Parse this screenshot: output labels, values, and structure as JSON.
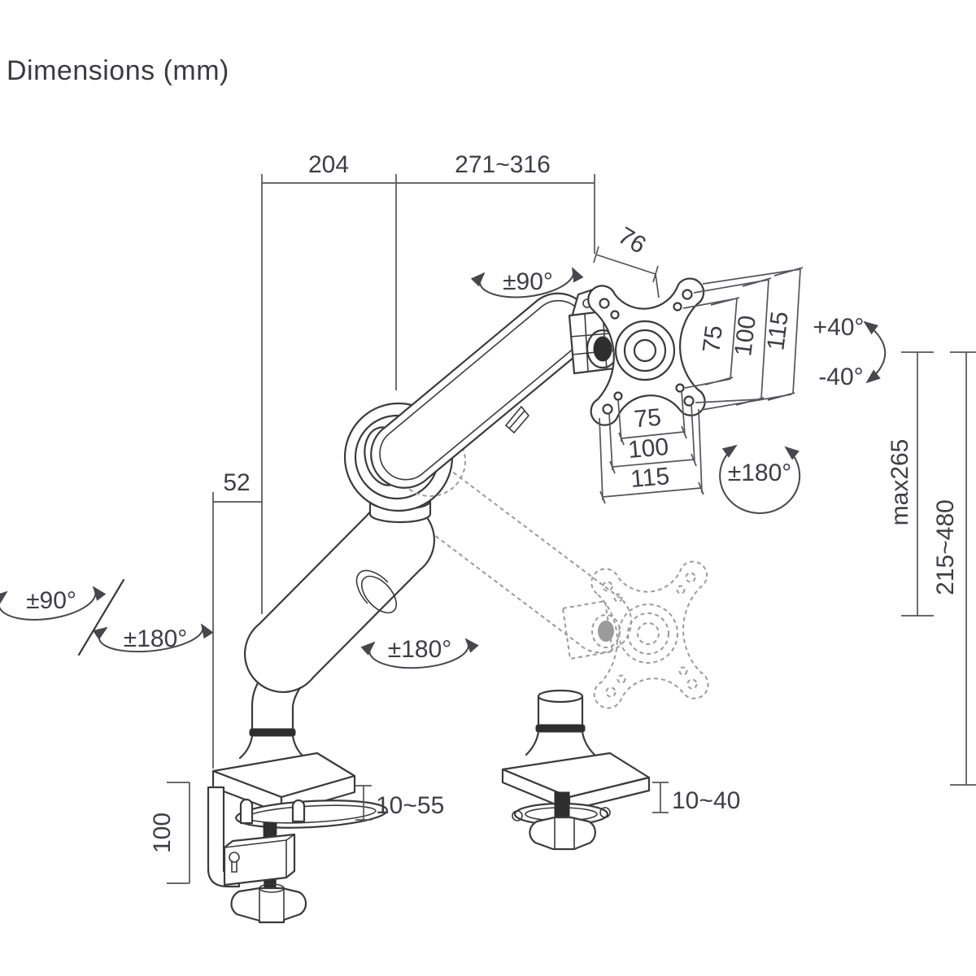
{
  "title": "Dimensions (mm)",
  "colors": {
    "ink": "#3b3b3b",
    "ghost": "#9b9b9b",
    "text": "#3e3e44"
  },
  "dims": {
    "arm_front": "204",
    "arm_rear": "271~316",
    "head_depth": "76",
    "pole_offset": "52",
    "vesa_vertical": [
      "75",
      "100",
      "115"
    ],
    "vesa_horizontal": [
      "75",
      "100",
      "115"
    ],
    "tilt_up": "+40°",
    "tilt_down": "-40°",
    "height_max": "max265",
    "height_range": "215~480",
    "clamp_range": "10~55",
    "grommet_range": "10~40",
    "clamp_height": "100"
  },
  "rotations": {
    "head_swivel": "±90°",
    "vesa_rotate": "±180°",
    "arm_rotate": "±180°",
    "base_swivel": "±90°",
    "base_rotate": "±180°"
  }
}
